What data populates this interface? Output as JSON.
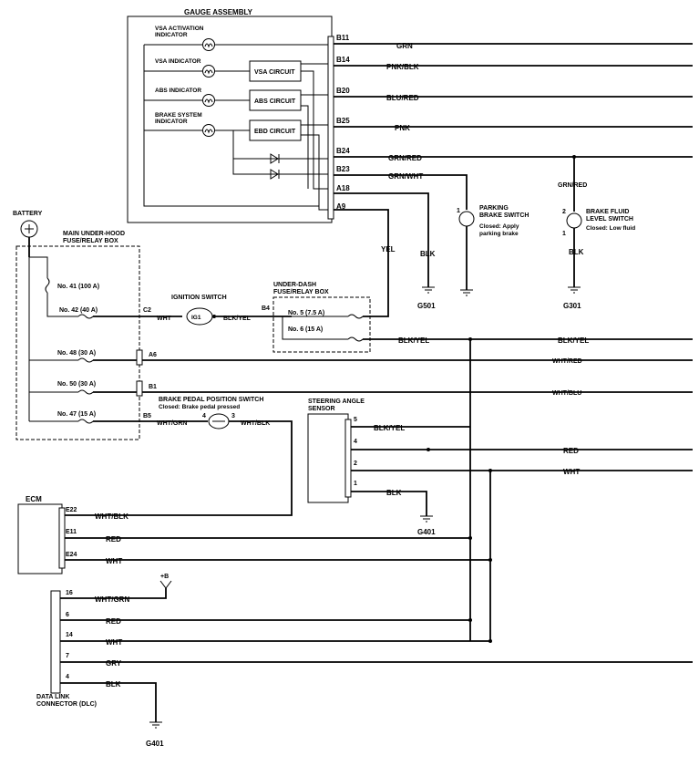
{
  "gauge": {
    "title": "GAUGE ASSEMBLY",
    "vsa_activation_1": "VSA ACTIVATION",
    "vsa_activation_2": "INDICATOR",
    "vsa_indicator": "VSA INDICATOR",
    "abs_indicator": "ABS INDICATOR",
    "brake_system_1": "BRAKE SYSTEM",
    "brake_system_2": "INDICATOR",
    "vsa_circuit": "VSA CIRCUIT",
    "abs_circuit": "ABS CIRCUIT",
    "ebd_circuit": "EBD CIRCUIT",
    "pins": [
      "B11",
      "B14",
      "B20",
      "B25",
      "B24",
      "B23",
      "A18",
      "A9"
    ]
  },
  "wire_colors": {
    "b11": "GRN",
    "b14": "PNK/BLK",
    "b20": "BLU/RED",
    "b25": "PNK",
    "b24": "GRN/RED",
    "b23": "GRN/WHT",
    "yel": "YEL",
    "blk_g501": "BLK",
    "grn_red_fluid": "GRN/RED",
    "blk_g301": "BLK",
    "c2": "WHT",
    "ign_out": "BLK/YEL",
    "dash_out": "BLK/YEL",
    "right_blk_yel": "BLK/YEL",
    "a6": "WHT/RED",
    "b1": "WHT/BLU",
    "b5": "WHT/GRN",
    "pedal_out": "WHT/BLK",
    "sas5": "BLK/YEL",
    "sas4": "RED",
    "sas2": "WHT",
    "sas1": "BLK",
    "e22": "WHT/BLK",
    "e11": "RED",
    "e24": "WHT",
    "dlc16": "WHT/GRN",
    "dlc6": "RED",
    "dlc14": "WHT",
    "dlc7": "GRY",
    "dlc4": "BLK"
  },
  "parking": {
    "title_1": "PARKING",
    "title_2": "BRAKE SWITCH",
    "closed_1": "Closed: Apply",
    "closed_2": "parking brake",
    "pin": "1"
  },
  "fluid": {
    "title_1": "BRAKE FLUID",
    "title_2": "LEVEL SWITCH",
    "closed": "Closed: Low fluid",
    "pin_top": "2",
    "pin_bottom": "1"
  },
  "battery": {
    "label": "BATTERY"
  },
  "main_box": {
    "title_1": "MAIN UNDER-HOOD",
    "title_2": "FUSE/RELAY BOX",
    "fuses": [
      "No. 41 (100 A)",
      "No. 42 (40 A)",
      "No. 48 (30 A)",
      "No. 50 (30 A)",
      "No. 47 (15 A)"
    ],
    "pins": [
      "C2",
      "A6",
      "B1",
      "B5"
    ]
  },
  "ignition": {
    "title": "IGNITION SWITCH",
    "pin": "IG1"
  },
  "dash_box": {
    "title_1": "UNDER-DASH",
    "title_2": "FUSE/RELAY BOX",
    "fuses": [
      "No. 5 (7.5 A)",
      "No. 6 (15 A)"
    ],
    "pin": "B4"
  },
  "pedal": {
    "title": "BRAKE PEDAL POSITION SWITCH",
    "closed": "Closed: Brake pedal pressed",
    "pin_a": "4",
    "pin_b": "3"
  },
  "sas": {
    "title_1": "STEERING ANGLE",
    "title_2": "SENSOR",
    "pins": [
      "5",
      "4",
      "2",
      "1"
    ]
  },
  "ecm": {
    "title": "ECM",
    "pins": [
      "E22",
      "E11",
      "E24"
    ]
  },
  "dlc": {
    "title_1": "DATA LINK",
    "title_2": "CONNECTOR (DLC)",
    "pins": [
      "16",
      "6",
      "14",
      "7",
      "4"
    ],
    "plus_b": "+B"
  },
  "grounds": {
    "g501": "G501",
    "g301": "G301",
    "g401_sas": "G401",
    "g401_dlc": "G401"
  }
}
